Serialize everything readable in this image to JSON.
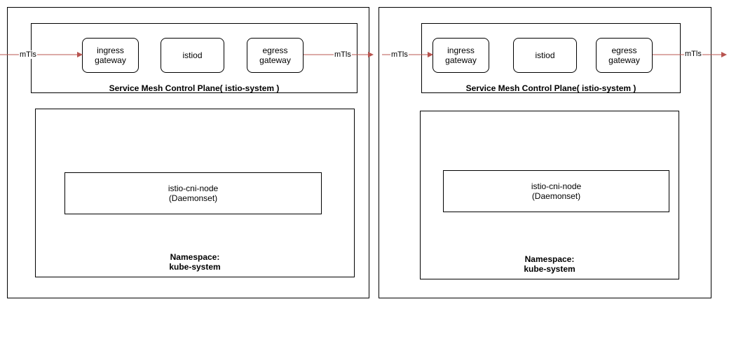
{
  "clusters": [
    {
      "control_plane": {
        "title": "Service Mesh Control Plane( istio-system )",
        "components": [
          "ingress\ngateway",
          "istiod",
          "egress\ngateway"
        ]
      },
      "namespace": {
        "title": "Namespace:\nkube-system",
        "daemonset": "istio-cni-node\n(Daemonset)"
      }
    },
    {
      "control_plane": {
        "title": "Service Mesh Control Plane( istio-system )",
        "components": [
          "ingress\ngateway",
          "istiod",
          "egress\ngateway"
        ]
      },
      "namespace": {
        "title": "Namespace:\nkube-system",
        "daemonset": "istio-cni-node\n(Daemonset)"
      }
    }
  ],
  "edges": {
    "label": "mTls",
    "color": "#b85450"
  }
}
